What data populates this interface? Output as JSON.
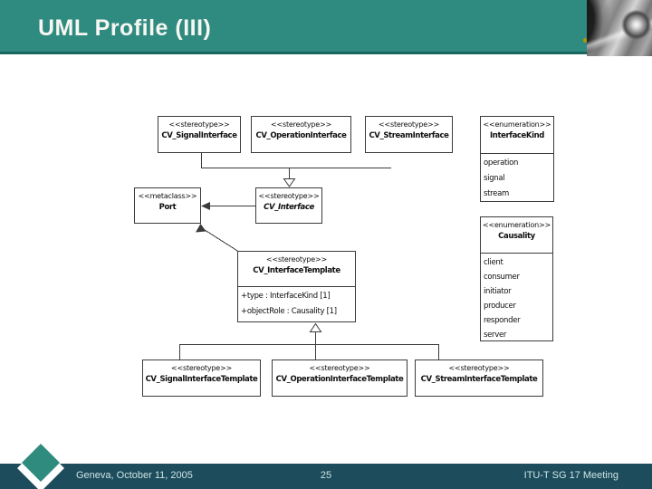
{
  "slide": {
    "title": "UML Profile (III)",
    "footer": {
      "left": "Geneva, October 11, 2005",
      "page_number": "25",
      "right": "ITU-T SG 17 Meeting"
    }
  },
  "colors": {
    "header_teal": "#2F8A80",
    "header_edge": "#1A6660",
    "footer_bar": "#1D4D5C",
    "footer_text": "#CFE3E6",
    "logo_teal": "#2E8B7E",
    "diagram_line": "#3B3B3B"
  },
  "diagram": {
    "boxes": {
      "signal_interface": {
        "stereotype": "<<stereotype>>",
        "name": "CV_SignalInterface"
      },
      "operation_interface": {
        "stereotype": "<<stereotype>>",
        "name": "CV_OperationInterface"
      },
      "stream_interface": {
        "stereotype": "<<stereotype>>",
        "name": "CV_StreamInterface"
      },
      "interface_kind": {
        "stereotype": "<<enumeration>>",
        "name": "InterfaceKind",
        "values": [
          "operation",
          "signal",
          "stream"
        ]
      },
      "port": {
        "stereotype": "<<metaclass>>",
        "name": "Port"
      },
      "cv_interface": {
        "stereotype": "<<stereotype>>",
        "name": "CV_Interface"
      },
      "causality": {
        "stereotype": "<<enumeration>>",
        "name": "Causality",
        "values": [
          "client",
          "consumer",
          "initiator",
          "producer",
          "responder",
          "server"
        ]
      },
      "interface_template": {
        "stereotype": "<<stereotype>>",
        "name": "CV_InterfaceTemplate",
        "attributes": [
          "+type : InterfaceKind [1]",
          "+objectRole : Causality [1]"
        ]
      },
      "signal_template": {
        "stereotype": "<<stereotype>>",
        "name": "CV_SignalInterfaceTemplate"
      },
      "operation_template": {
        "stereotype": "<<stereotype>>",
        "name": "CV_OperationInterfaceTemplate"
      },
      "stream_template": {
        "stereotype": "<<stereotype>>",
        "name": "CV_StreamInterfaceTemplate"
      }
    }
  }
}
